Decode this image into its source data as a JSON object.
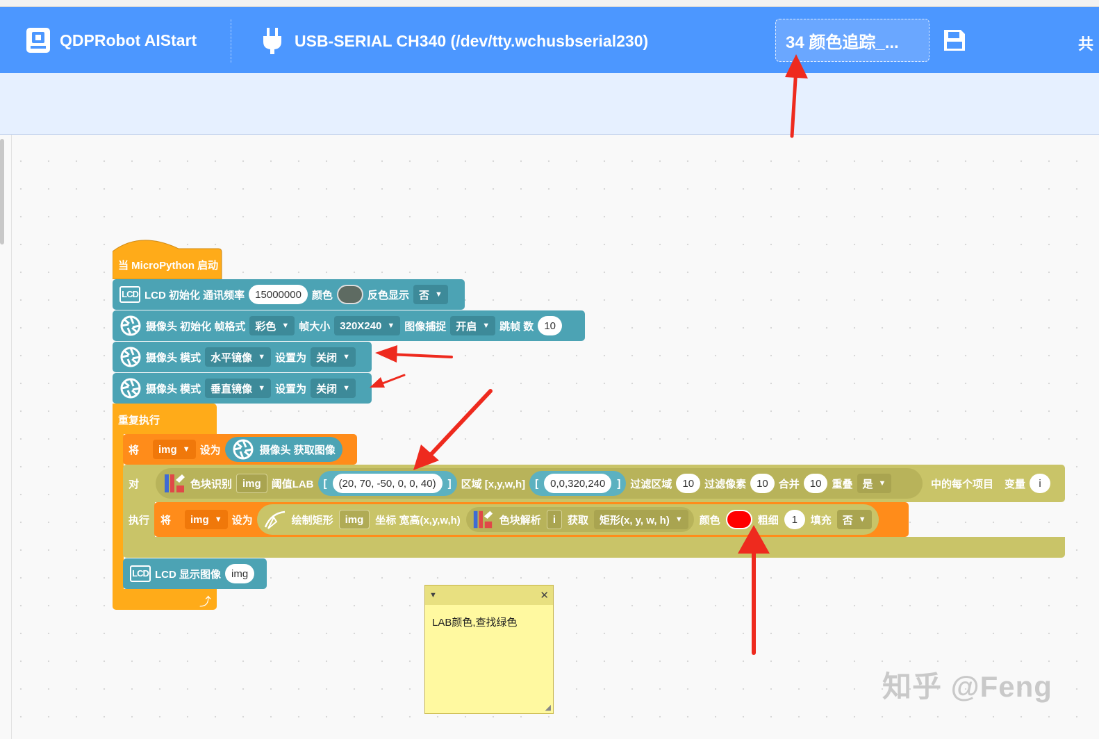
{
  "header": {
    "app_name": "QDPRobot AIStart",
    "device": "USB-SERIAL CH340 (/dev/tty.wchusbserial230)",
    "project_name": "34 颜色追踪_...",
    "share_label": "共"
  },
  "blocks": {
    "hat": "当 MicroPython 启动",
    "lcd_init": {
      "text": "LCD 初始化 通讯频率",
      "freq": "15000000",
      "color_label": "颜色",
      "invert_label": "反色显示",
      "invert_value": "否",
      "color_value": "#5e6b62"
    },
    "cam_init": {
      "text": "摄像头 初始化 帧格式",
      "format": "彩色",
      "size_label": "帧大小",
      "size": "320X240",
      "capture_label": "图像捕捉",
      "capture": "开启",
      "skip_label": "跳帧 数",
      "skip": "10"
    },
    "cam_mode1": {
      "text": "摄像头 模式",
      "mode": "水平镜像",
      "set_label": "设置为",
      "value": "关闭"
    },
    "cam_mode2": {
      "text": "摄像头 模式",
      "mode": "垂直镜像",
      "set_label": "设置为",
      "value": "关闭"
    },
    "loop": "重复执行",
    "set_img": {
      "prefix": "将",
      "var": "img",
      "set_label": "设为",
      "action": "摄像头 获取图像"
    },
    "foreach": {
      "prefix": "对",
      "label": "色块识别",
      "img": "img",
      "thresh_label": "阈值LAB",
      "lab": "(20, 70, -50, 0, 0, 40)",
      "roi_label": "区域 [x,y,w,h]",
      "roi": "0,0,320,240",
      "area_label": "过滤区域",
      "area": "10",
      "pixel_label": "过滤像素",
      "pixel": "10",
      "merge_label": "合并",
      "merge": "10",
      "overlap_label": "重叠",
      "overlap": "是",
      "each_label": "中的每个项目",
      "var_label": "变量",
      "var": "i",
      "bracket_open": "[",
      "bracket_close": "]"
    },
    "draw": {
      "exec_label": "执行",
      "prefix": "将",
      "var": "img",
      "set_label": "设为",
      "label": "绘制矩形",
      "img": "img",
      "coord_label": "坐标 宽高(x,y,w,h)",
      "parse_label": "色块解析",
      "item": "i",
      "get_label": "获取",
      "rect": "矩形(x, y, w, h)",
      "color_label": "颜色",
      "color_value": "#ff0000",
      "thick_label": "粗细",
      "thick": "1",
      "fill_label": "填充",
      "fill": "否"
    },
    "lcd_show": {
      "text": "LCD 显示图像",
      "img": "img"
    },
    "lcd_icon": "LCD"
  },
  "note": {
    "text": "LAB颜色,查找绿色"
  },
  "watermark": "知乎 @Feng",
  "colors": {
    "header": "#4c97ff",
    "event": "#ffab19",
    "sensing": "#4ca3b4",
    "list": "#c9c468",
    "action": "#ff8c1a",
    "arrow": "#ee2a1e"
  }
}
